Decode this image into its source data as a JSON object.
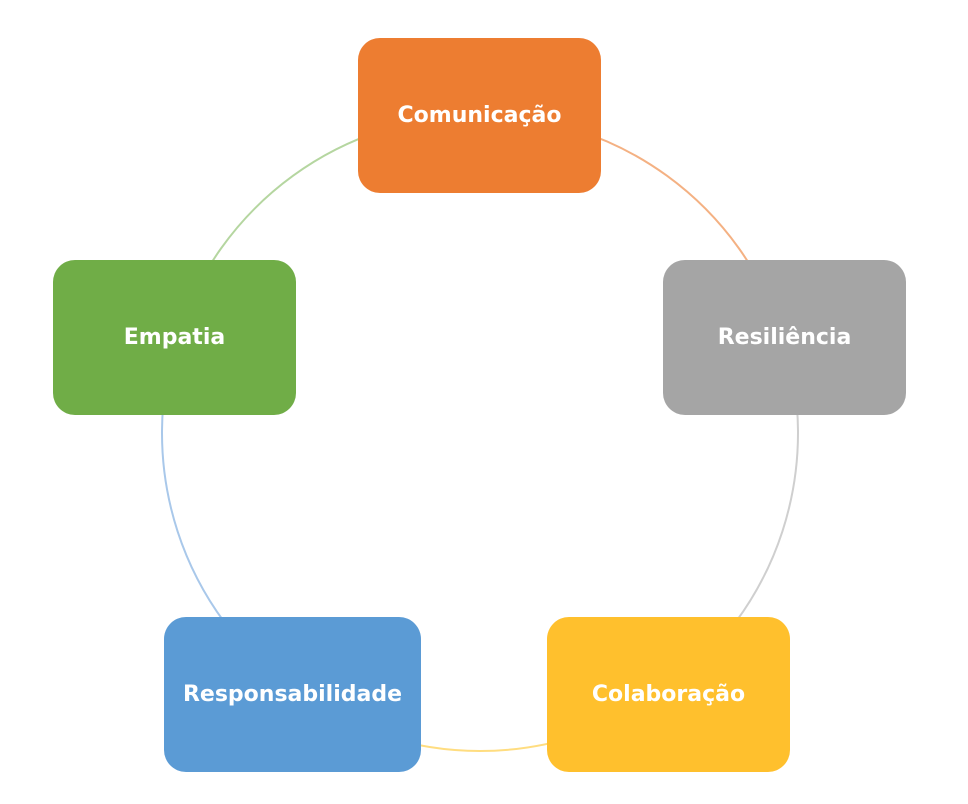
{
  "diagram": {
    "type": "cycle",
    "nodes": [
      {
        "label": "Comunicação",
        "color": "#ED7D31",
        "arc_color": "#F4B183"
      },
      {
        "label": "Resiliência",
        "color": "#A5A5A5",
        "arc_color": "#CFCFCF"
      },
      {
        "label": "Colaboração",
        "color": "#FFC02D",
        "arc_color": "#FFDD80"
      },
      {
        "label": "Responsabilidade",
        "color": "#5B9BD5",
        "arc_color": "#A9C8EA"
      },
      {
        "label": "Empatia",
        "color": "#70AD47",
        "arc_color": "#B5D6A0"
      }
    ]
  }
}
